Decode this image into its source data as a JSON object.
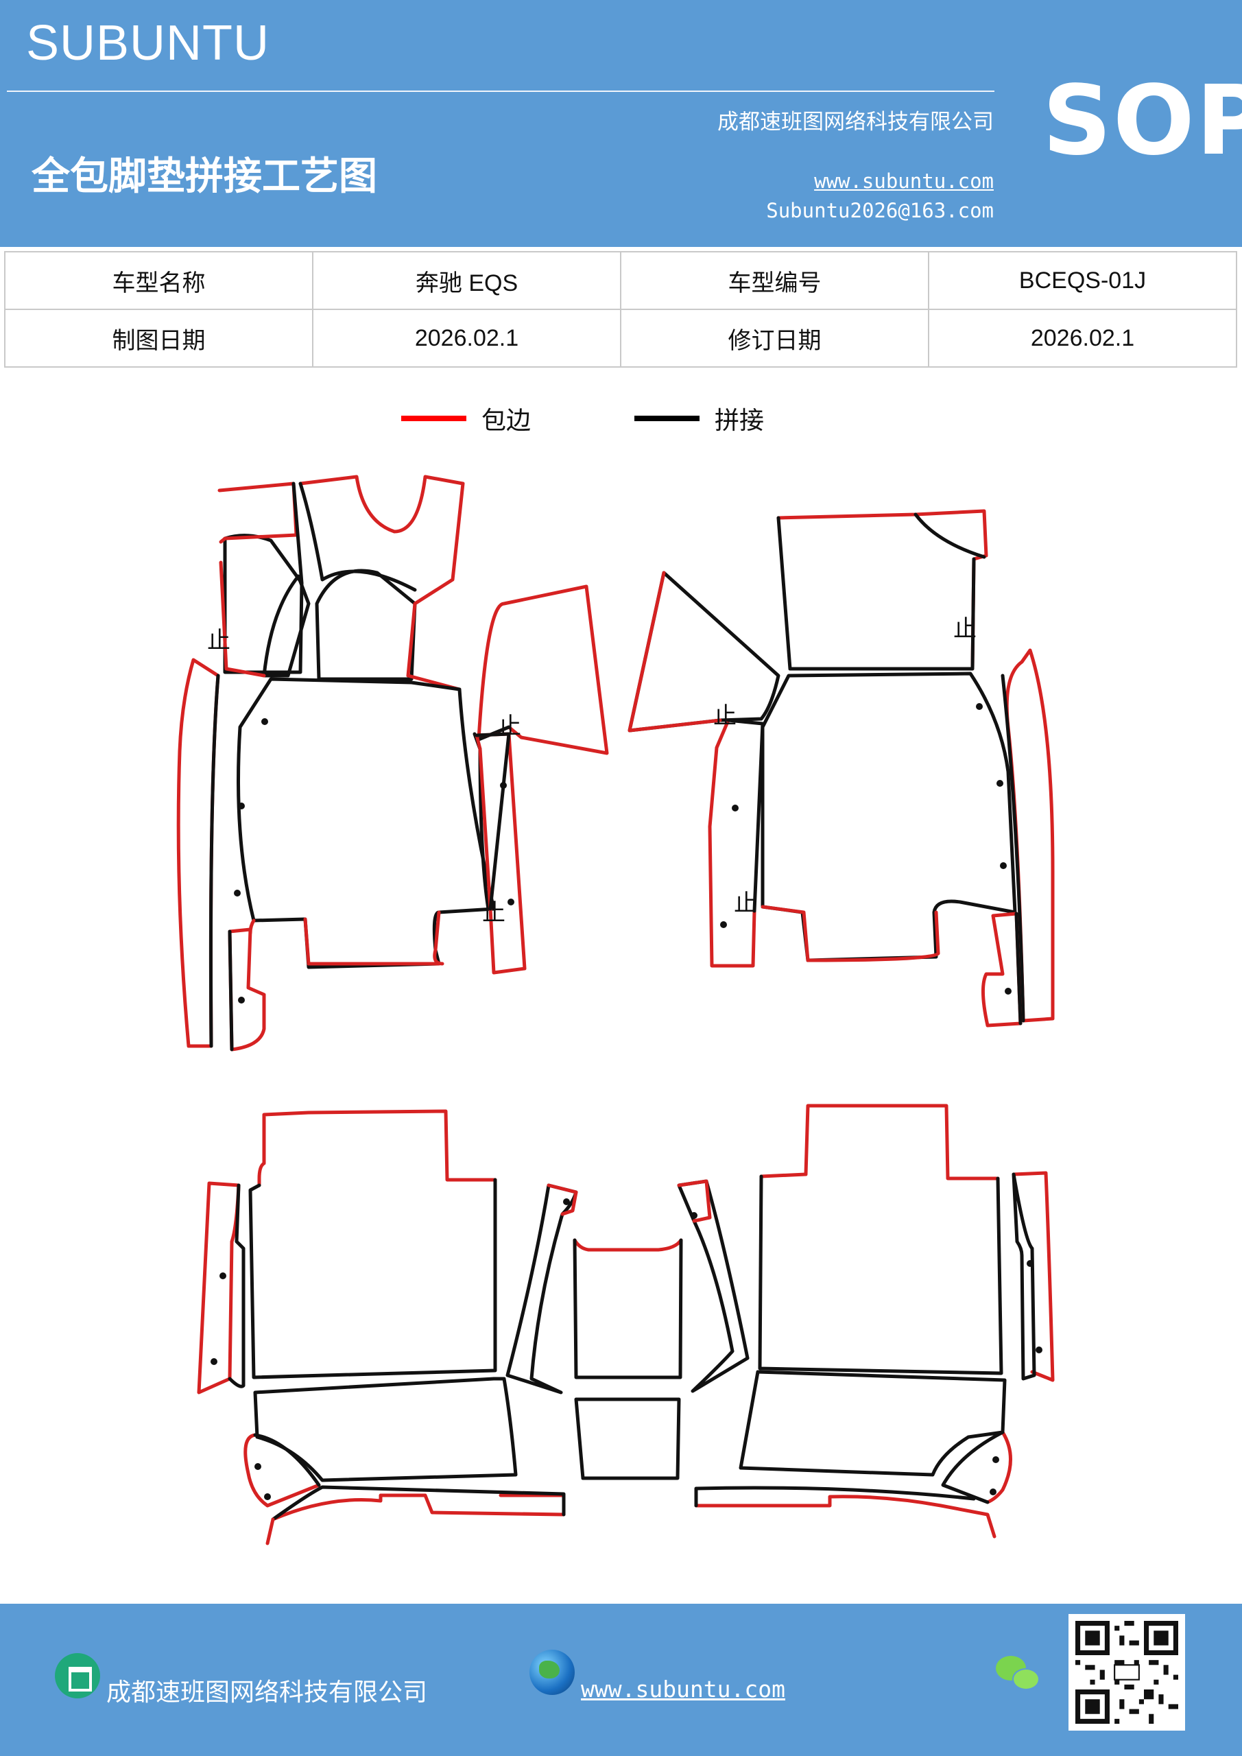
{
  "header": {
    "brand": "SUBUNTU",
    "company": "成都速班图网络科技有限公司",
    "title": "全包脚垫拼接工艺图",
    "website": "www.subuntu.com",
    "email": "Subuntu2026@163.com",
    "badge": "SOP"
  },
  "info_table": {
    "model_name_label": "车型名称",
    "model_name_value": "奔驰 EQS",
    "model_code_label": "车型编号",
    "model_code_value": "BCEQS-01J",
    "draw_date_label": "制图日期",
    "draw_date_value": "2026.02.1",
    "revise_date_label": "修订日期",
    "revise_date_value": "2026.02.1"
  },
  "legend": {
    "edging_label": "包边",
    "edging_color": "#ff0000",
    "splice_label": "拼接",
    "splice_color": "#000000"
  },
  "pattern": {
    "stop_mark": "止"
  },
  "footer": {
    "company": "成都速班图网络科技有限公司",
    "website": "www.subuntu.com",
    "icons": [
      "building-icon",
      "globe-icon",
      "wechat-icon",
      "qr-code"
    ]
  }
}
